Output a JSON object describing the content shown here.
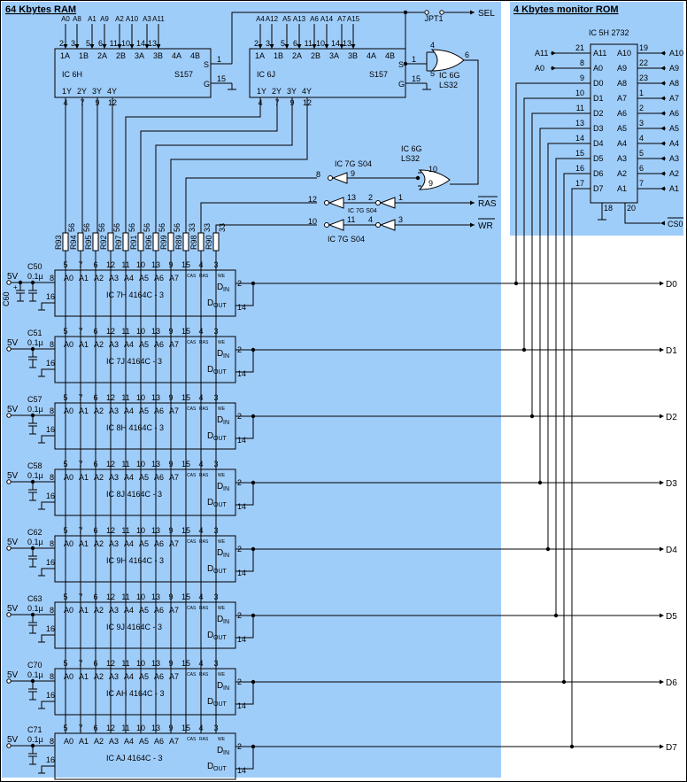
{
  "panels": {
    "ram_title": "64 Kbytes RAM",
    "rom_title": "4 Kbytes monitor ROM"
  },
  "mux": [
    {
      "name": "IC 6H",
      "part": "S157",
      "in_addr": [
        "A0",
        "A8",
        "A1",
        "A9",
        "A2",
        "A10",
        "A3",
        "A11"
      ],
      "in_pins": [
        "2",
        "3",
        "5",
        "6",
        "11",
        "10",
        "14",
        "13"
      ],
      "in_labels": [
        "1A",
        "1B",
        "2A",
        "2B",
        "3A",
        "3B",
        "4A",
        "4B"
      ],
      "out_labels": [
        "1Y",
        "2Y",
        "3Y",
        "4Y"
      ],
      "out_pins": [
        "4",
        "7",
        "9",
        "12"
      ],
      "s_label": "S",
      "s_pin": "1",
      "g_label": "G",
      "g_pin": "15"
    },
    {
      "name": "IC 6J",
      "part": "S157",
      "in_addr": [
        "A4",
        "A12",
        "A5",
        "A13",
        "A6",
        "A14",
        "A7",
        "A15"
      ],
      "in_pins": [
        "2",
        "3",
        "5",
        "6",
        "11",
        "10",
        "14",
        "13"
      ],
      "in_labels": [
        "1A",
        "1B",
        "2A",
        "2B",
        "3A",
        "3B",
        "4A",
        "4B"
      ],
      "out_labels": [
        "1Y",
        "2Y",
        "3Y",
        "4Y"
      ],
      "out_pins": [
        "4",
        "7",
        "9",
        "12"
      ],
      "s_label": "S",
      "s_pin": "1",
      "g_label": "G",
      "g_pin": "15"
    }
  ],
  "jumper": {
    "name": "JPT1",
    "net": "SEL"
  },
  "or_gate_top": {
    "name": "IC 6G",
    "part": "LS32",
    "pins": [
      "4",
      "5",
      "6"
    ]
  },
  "or_gate_mid": {
    "name": "IC 6G",
    "part": "LS32",
    "pins": [
      "10",
      "9",
      "8"
    ]
  },
  "inverters": {
    "a": {
      "name": "IC 7G",
      "part": "S04",
      "pins": [
        "8",
        "9"
      ]
    },
    "b": {
      "name": "IC 7G",
      "part": "S04",
      "pins": [
        "12",
        "13",
        "2",
        "1"
      ],
      "label2": "IC 7G S04"
    },
    "c": {
      "name": "IC 7G",
      "part": "S04",
      "pins": [
        "10",
        "11",
        "4",
        "3"
      ]
    }
  },
  "signals": {
    "ras": "RAS",
    "wr": "WR"
  },
  "resistors": {
    "names": [
      "R93",
      "R94",
      "R95",
      "R92",
      "R97",
      "R91",
      "R96",
      "R99",
      "R89",
      "R98",
      "R90"
    ],
    "values": [
      "56",
      "56",
      "56",
      "56",
      "56",
      "56",
      "56",
      "56",
      "33",
      "33",
      "33"
    ]
  },
  "ram_pins": {
    "top_pins": [
      "5",
      "7",
      "6",
      "12",
      "11",
      "10",
      "13",
      "9",
      "15",
      "4",
      "3"
    ],
    "labels": [
      "A0",
      "A1",
      "A2",
      "A3",
      "A4",
      "A5",
      "A6",
      "A7"
    ],
    "cas": "CAS",
    "ras": "RAS",
    "we": "WE",
    "din": "D",
    "din_sub": "IN",
    "dout": "D",
    "dout_sub": "OUT",
    "pin_din": "2",
    "pin_dout": "14",
    "pin_vcc": "8",
    "pin_gnd": "16"
  },
  "rams": [
    {
      "name": "IC 7H  4164C - 3",
      "cap": "C50",
      "val": "0.1µ",
      "vcc": "5V",
      "data": "D0",
      "extra_cap": "C60"
    },
    {
      "name": "IC 7J  4164C - 3",
      "cap": "C51",
      "val": "0.1µ",
      "vcc": "5V",
      "data": "D1"
    },
    {
      "name": "IC 8H  4164C - 3",
      "cap": "C57",
      "val": "0.1µ",
      "vcc": "5V",
      "data": "D2"
    },
    {
      "name": "IC 8J  4164C - 3",
      "cap": "C58",
      "val": "0.1µ",
      "vcc": "5V",
      "data": "D3"
    },
    {
      "name": "IC 9H  4164C - 3",
      "cap": "C62",
      "val": "0.1µ",
      "vcc": "5V",
      "data": "D4"
    },
    {
      "name": "IC 9J  4164C - 3",
      "cap": "C63",
      "val": "0.1µ",
      "vcc": "5V",
      "data": "D5"
    },
    {
      "name": "IC AH 4164C - 3",
      "cap": "C70",
      "val": "0.1µ",
      "vcc": "5V",
      "data": "D6"
    },
    {
      "name": "IC AJ  4164C - 3",
      "cap": "C71",
      "val": "0.1µ",
      "vcc": "5V",
      "data": "D7"
    }
  ],
  "rom": {
    "name": "IC 5H 2732",
    "left_in": [
      {
        "sig": "A11",
        "pin": "21",
        "label": "A11"
      },
      {
        "sig": "A0",
        "pin": "8",
        "label": "A0"
      }
    ],
    "left_out": [
      {
        "pin": "9",
        "label": "D0"
      },
      {
        "pin": "10",
        "label": "D1"
      },
      {
        "pin": "11",
        "label": "D2"
      },
      {
        "pin": "13",
        "label": "D3"
      },
      {
        "pin": "14",
        "label": "D4"
      },
      {
        "pin": "15",
        "label": "D5"
      },
      {
        "pin": "16",
        "label": "D6"
      },
      {
        "pin": "17",
        "label": "D7"
      }
    ],
    "right": [
      {
        "pin": "19",
        "label": "A10",
        "sig": "A10"
      },
      {
        "pin": "22",
        "label": "A9",
        "sig": "A9"
      },
      {
        "pin": "23",
        "label": "A8",
        "sig": "A8"
      },
      {
        "pin": "1",
        "label": "A7",
        "sig": "A7"
      },
      {
        "pin": "2",
        "label": "A6",
        "sig": "A6"
      },
      {
        "pin": "3",
        "label": "A5",
        "sig": "A5"
      },
      {
        "pin": "4",
        "label": "A4",
        "sig": "A4"
      },
      {
        "pin": "5",
        "label": "A3",
        "sig": "A3"
      },
      {
        "pin": "6",
        "label": "A2",
        "sig": "A2"
      },
      {
        "pin": "7",
        "label": "A1",
        "sig": "A1"
      }
    ],
    "gnd_pin": "18",
    "cs_pin": "20",
    "cs_sig": "CS0"
  },
  "colors": {
    "panel": "#9fcdfa",
    "line": "#000000",
    "box": "#000000"
  }
}
